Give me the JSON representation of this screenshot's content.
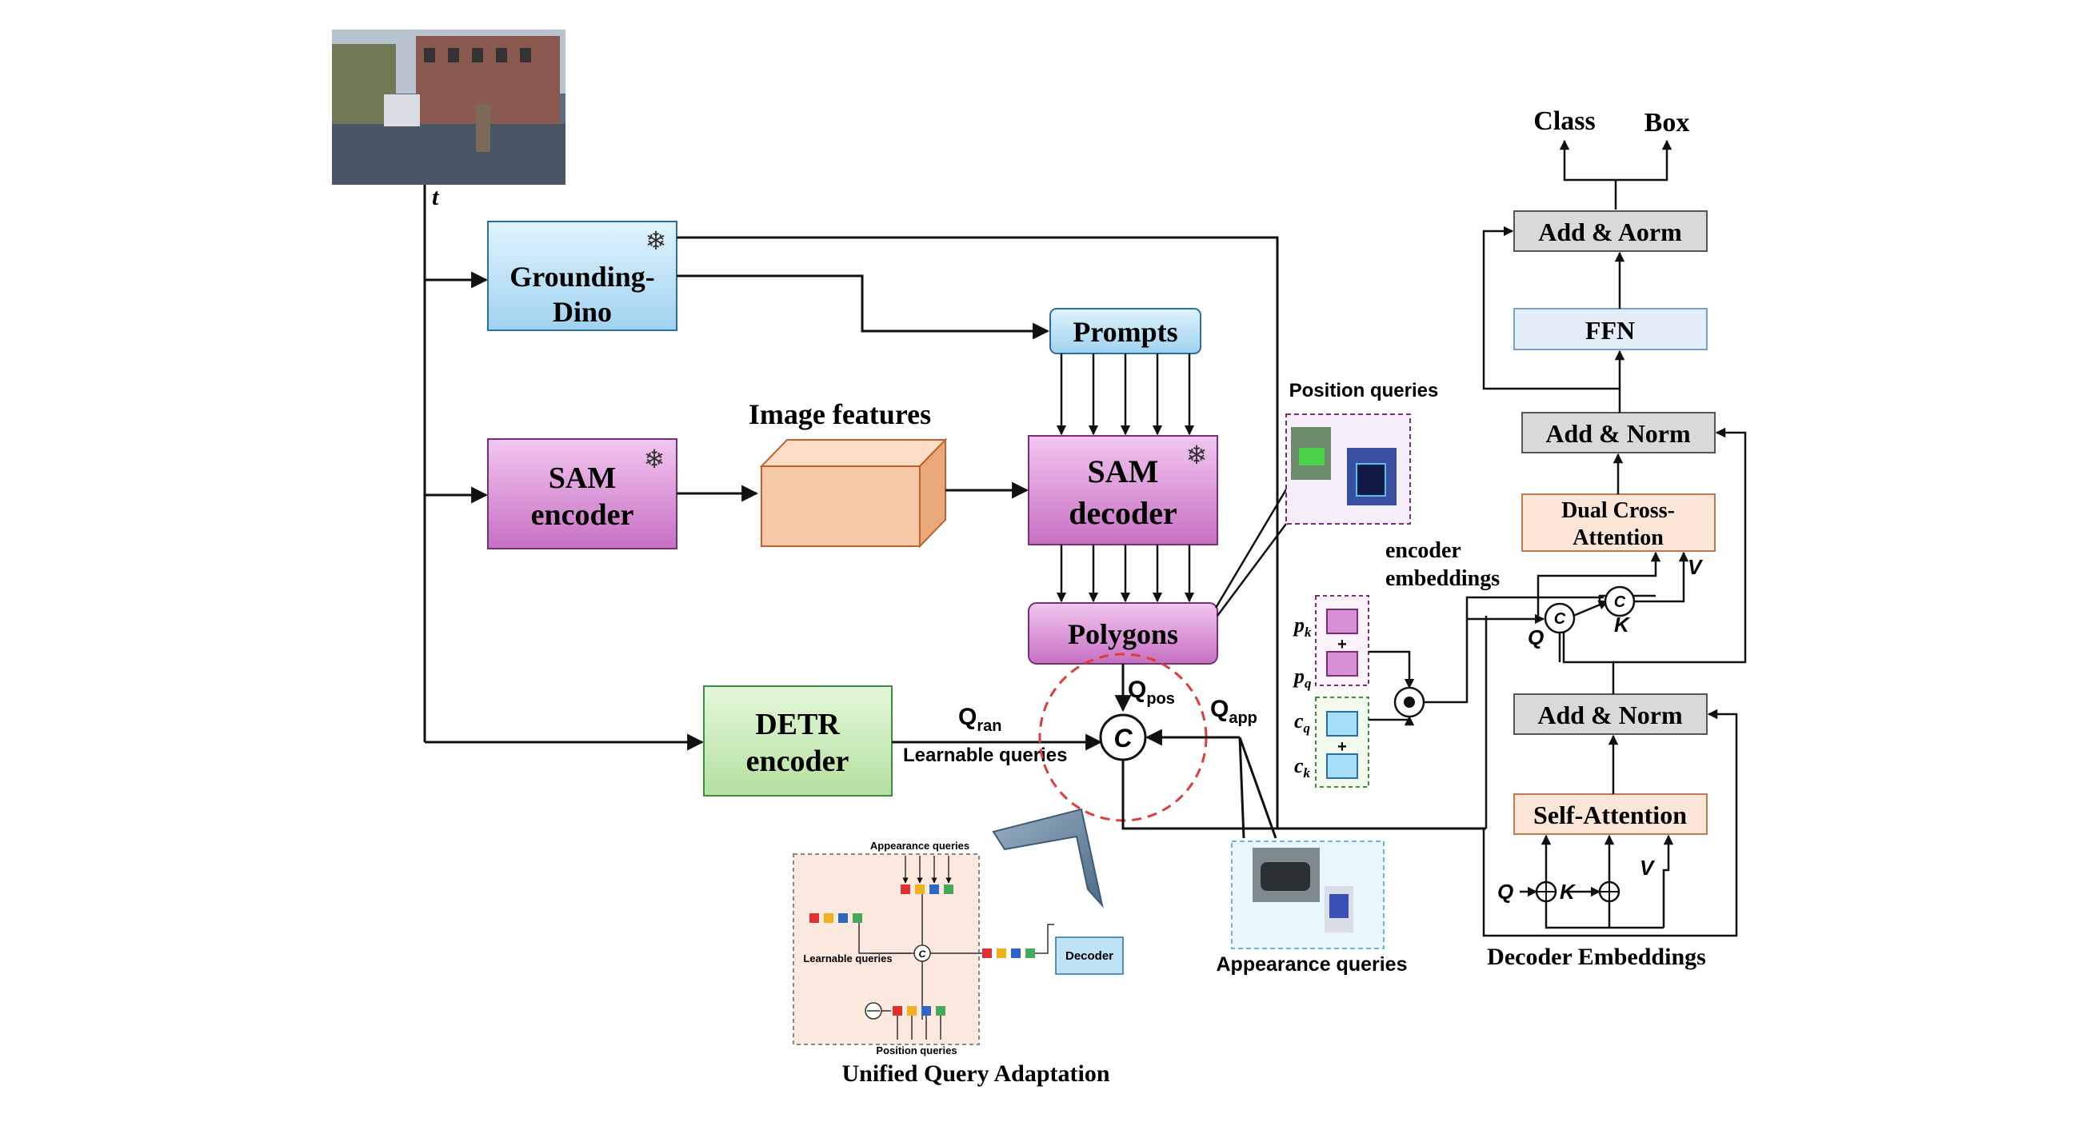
{
  "left": {
    "t_label": "t",
    "grounding": {
      "line1": "Grounding-",
      "line2": "Dino"
    },
    "prompts": "Prompts",
    "sam_encoder": {
      "line1": "SAM",
      "line2": "encoder"
    },
    "image_features": "Image features",
    "sam_decoder": {
      "line1": "SAM",
      "line2": "decoder"
    },
    "polygons": "Polygons",
    "detr": {
      "line1": "DETR",
      "line2": "encoder"
    },
    "q_ran": {
      "main": "Q",
      "sub": "ran"
    },
    "q_pos": {
      "main": "Q",
      "sub": "pos"
    },
    "q_app": {
      "main": "Q",
      "sub": "app"
    },
    "learnable_queries": "Learnable queries",
    "concat_symbol": "C",
    "position_queries": "Position queries",
    "appearance_queries": "Appearance queries",
    "snowflake": "❄"
  },
  "inset": {
    "appearance": "Appearance queries",
    "learnable": "Learnable queries",
    "position": "Position queries",
    "decoder": "Decoder",
    "c": "C",
    "caption": "Unified Query Adaptation"
  },
  "middle": {
    "encoder_embeddings_1": "encoder",
    "encoder_embeddings_2": "embeddings",
    "pk": "p",
    "pk_sub": "k",
    "pq": "p",
    "pq_sub": "q",
    "cq": "c",
    "cq_sub": "q",
    "ck": "c",
    "ck_sub": "k",
    "plus": "+",
    "dot": "●"
  },
  "right": {
    "class": "Class",
    "box": "Box",
    "add_aorm": "Add & Aorm",
    "ffn": "FFN",
    "add_norm_top": "Add & Norm",
    "dual_cross_1": "Dual Cross-",
    "dual_cross_2": "Attention",
    "add_norm_bottom": "Add & Norm",
    "self_attention": "Self-Attention",
    "decoder_embeddings": "Decoder Embeddings",
    "Q": "Q",
    "K": "K",
    "V": "V",
    "c": "C"
  },
  "colors": {
    "grounding_fill": "#bfe3f5",
    "sam_fill": "#d98fd6",
    "detr_fill": "#cfeec0",
    "feature_fill": "#f7c9a6",
    "gray_box": "#d9d9d9",
    "ffn_fill": "#e3edf8",
    "attn_fill": "#fbe5d6",
    "dashed_red": "#e03c3c"
  }
}
